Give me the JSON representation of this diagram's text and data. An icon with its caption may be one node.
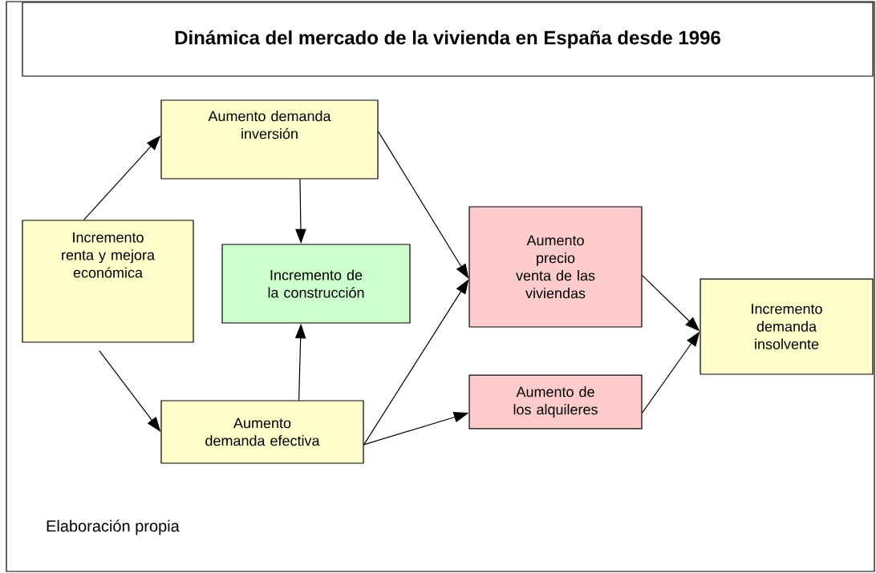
{
  "diagram": {
    "title": "Dinámica del mercado de la vivienda en España desde 1996",
    "nodes": [
      {
        "text": [
          "Incremento renta y mejora económica"
        ]
      },
      {
        "text": [
          "Aumento demanda inversión"
        ]
      },
      {
        "text": [
          "Incremento de la construcción"
        ]
      },
      {
        "text": [
          "Aumento demanda efectiva"
        ]
      },
      {
        "text": [
          "Aumento precio venta de las viviendas"
        ]
      },
      {
        "text": [
          "Aumento de los alquileres"
        ]
      },
      {
        "text": [
          "Incremento demanda insolvente"
        ]
      }
    ],
    "edges": [
      {
        "from": 0,
        "to": 1,
        "arrow": "to"
      },
      {
        "from": 0,
        "to": 3,
        "arrow": "to"
      },
      {
        "from": 1,
        "to": 2,
        "arrow": "to"
      },
      {
        "from": 3,
        "to": 2,
        "arrow": "to"
      },
      {
        "from": 1,
        "to": 4,
        "arrow": "to"
      },
      {
        "from": 3,
        "to": 4,
        "arrow": "to"
      },
      {
        "from": 3,
        "to": 5,
        "arrow": "to"
      },
      {
        "from": 4,
        "to": 6,
        "arrow": "to"
      },
      {
        "from": 5,
        "to": 6,
        "arrow": "to"
      }
    ],
    "labels": [
      "Elaboración propia"
    ]
  }
}
